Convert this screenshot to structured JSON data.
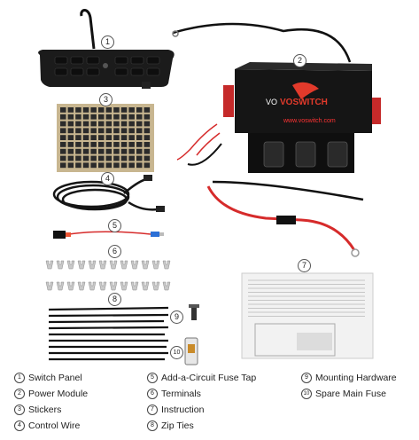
{
  "brand": {
    "name": "VOSWITCH",
    "url": "www.voswitch.com"
  },
  "callouts": [
    "1",
    "2",
    "3",
    "4",
    "5",
    "6",
    "7",
    "8",
    "9",
    "10"
  ],
  "legend": [
    {
      "num": "1",
      "label": "Switch Panel"
    },
    {
      "num": "2",
      "label": "Power Module"
    },
    {
      "num": "3",
      "label": "Stickers"
    },
    {
      "num": "4",
      "label": "Control Wire"
    },
    {
      "num": "5",
      "label": "Add-a-Circuit Fuse Tap"
    },
    {
      "num": "6",
      "label": "Terminals"
    },
    {
      "num": "7",
      "label": "Instruction"
    },
    {
      "num": "8",
      "label": "Zip Ties"
    },
    {
      "num": "9",
      "label": "Mounting Hardware"
    },
    {
      "num": "10",
      "label": "Spare Main Fuse"
    }
  ],
  "colors": {
    "accent": "#e23a2b",
    "module": "#1a1a1a",
    "wire_red": "#d62b2b"
  }
}
